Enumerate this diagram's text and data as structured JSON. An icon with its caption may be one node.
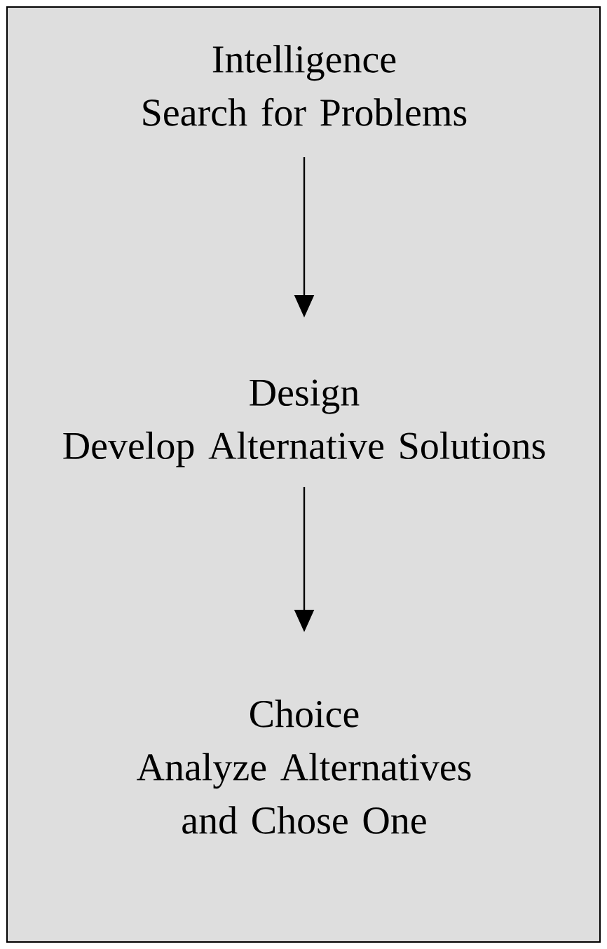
{
  "diagram": {
    "nodes": [
      {
        "text": [],
        "shape": "box"
      },
      {
        "text": [
          "Intelligence",
          "Search for Problems"
        ],
        "in": 0
      },
      {
        "text": [
          "Design",
          "Develop Alternative Solutions"
        ],
        "in": 0
      },
      {
        "text": [
          "Choice",
          "Analyze Alternatives and Chose One"
        ],
        "in": 0
      }
    ],
    "edges": [
      {
        "from": 1,
        "to": 2,
        "arrow": "to"
      },
      {
        "from": 2,
        "to": 3,
        "arrow": "to"
      }
    ]
  }
}
